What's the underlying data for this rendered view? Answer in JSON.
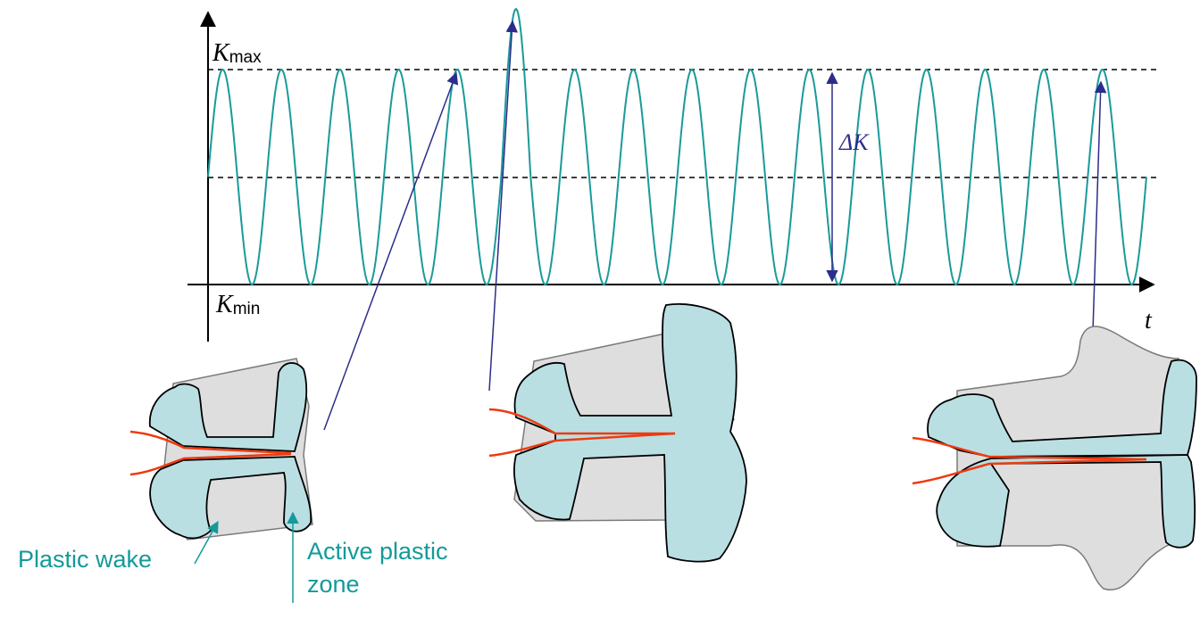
{
  "colors": {
    "wave": "#1a9a9a",
    "zone_fill": "#b9dfe3",
    "wake_fill": "#dedede",
    "crack": "#ee3a10",
    "arrow": "#2c2c8c",
    "axis": "#000000",
    "label_teal": "#139a9a"
  },
  "chart_data": {
    "type": "line",
    "signal": "sinusoidal stress intensity with a single overload peak",
    "cycles": 16,
    "overload_cycle": 6,
    "series": [
      {
        "values": "sin wave oscillating between Kmin and Kmax"
      }
    ]
  },
  "labels": {
    "kmax_k": "K",
    "kmax_sub": "max",
    "kmin_k": "K",
    "kmin_sub": "min",
    "t_axis": "t",
    "delta_k": "ΔK",
    "plastic_wake": "Plastic wake",
    "active_plastic_line1": "Active plastic",
    "active_plastic_line2": "zone"
  }
}
